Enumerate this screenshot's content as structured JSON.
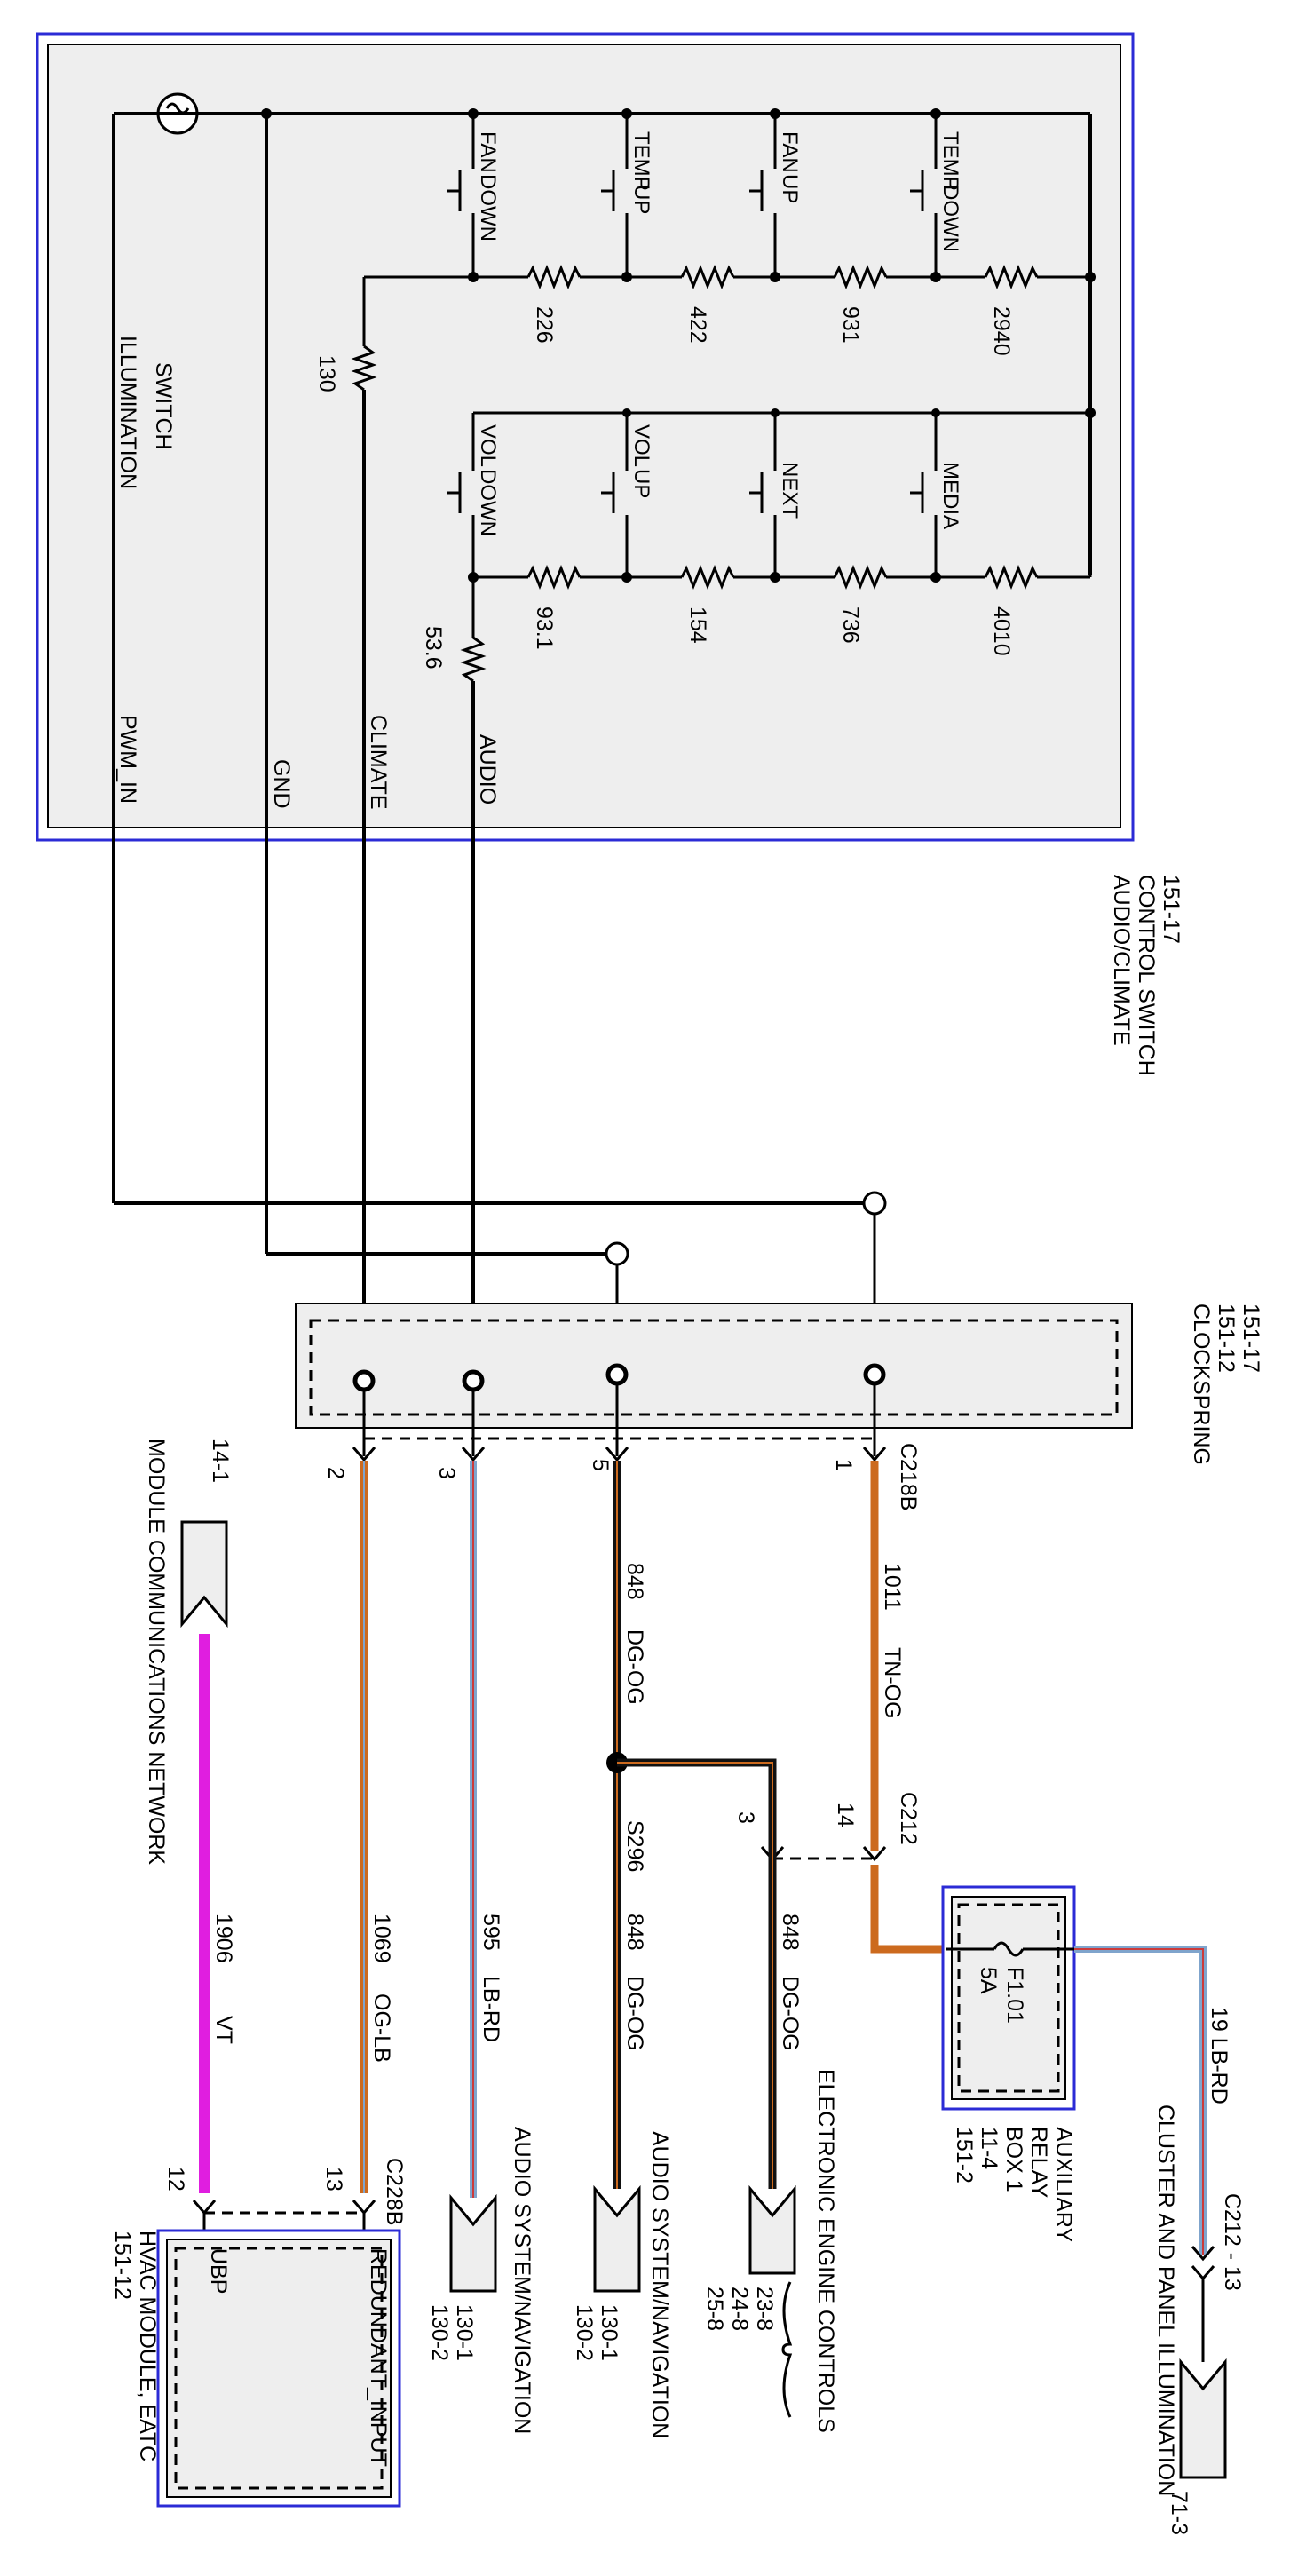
{
  "switch": {
    "title_lines": [
      "AUDIO/CLIMATE",
      "CONTROL SWITCH",
      "151-17"
    ],
    "illumination_lines": [
      "ILLUMINATION",
      "SWITCH"
    ],
    "buttons": {
      "fan_down": [
        "FAN",
        "DOWN"
      ],
      "temp_up": [
        "TEMP",
        "UP"
      ],
      "fan_up": [
        "FAN",
        "UP"
      ],
      "temp_down": [
        "TEMP",
        "DOWN"
      ],
      "vol_down": [
        "VOL",
        "DOWN"
      ],
      "vol_up": [
        "VOL",
        "UP"
      ],
      "next": "NEXT",
      "media": "MEDIA"
    },
    "resistors": {
      "r226": "226",
      "r422": "422",
      "r931": "931",
      "r2940": "2940",
      "r93": "93.1",
      "r154": "154",
      "r736": "736",
      "r4010": "4010",
      "r130": "130",
      "r53": "53.6"
    },
    "pins": {
      "pwm": "PWM_IN",
      "gnd": "GND",
      "climate": "CLIMATE",
      "audio": "AUDIO"
    }
  },
  "clockspring": {
    "lines": [
      "CLOCKSPRING",
      "151-12",
      "151-17"
    ],
    "connector": "C218B",
    "pins": {
      "p1": "1",
      "p2": "2",
      "p3": "3",
      "p5": "5"
    }
  },
  "wires": {
    "w1011": {
      "circuit": "1011",
      "color": "TN-OG"
    },
    "w848a": {
      "circuit": "848",
      "color": "DG-OG"
    },
    "w848b": {
      "circuit": "848",
      "color": "DG-OG"
    },
    "w848c": {
      "circuit": "848",
      "color": "DG-OG"
    },
    "w1069": {
      "circuit": "1069",
      "color": "OG-LB"
    },
    "w595": {
      "circuit": "595",
      "color": "LB-RD"
    },
    "w1906": {
      "circuit": "1906",
      "color": "VT"
    },
    "w19": "19 LB-RD"
  },
  "splice": "S296",
  "c212": {
    "connector": "C212",
    "pin14": "14",
    "pin3": "3",
    "lower": "C212 - 13"
  },
  "c228b": {
    "connector": "C228B",
    "pin13": "13",
    "pin12": "12"
  },
  "fuse": {
    "id": "F1.01",
    "rating": "5A"
  },
  "aux_relay": {
    "lines": [
      "AUXILIARY",
      "RELAY",
      "BOX 1",
      "11-4",
      "151-2"
    ]
  },
  "cluster": {
    "label": "CLUSTER AND PANEL ILLUMINATION",
    "ref": "71-3"
  },
  "eec": {
    "label": "ELECTRONIC ENGINE CONTROLS",
    "refs": [
      "23-8",
      "24-8",
      "25-8"
    ]
  },
  "audio_nav_a": {
    "label": "AUDIO SYSTEM/NAVIGATION",
    "refs": [
      "130-1",
      "130-2"
    ]
  },
  "audio_nav_b": {
    "label": "AUDIO SYSTEM/NAVIGATION",
    "refs": [
      "130-1",
      "130-2"
    ]
  },
  "mcn": {
    "label": "MODULE COMMUNICATIONS NETWORK",
    "ref": "14-1"
  },
  "hvac": {
    "title_lines": [
      "HVAC MODULE, EATC",
      "151-12"
    ],
    "pin_redundant": "REDUNDANT_INPUT",
    "pin_ubp": "UBP"
  },
  "colors": {
    "frame": "#2b2bd6",
    "body": "#eeeeee",
    "orange": "#cc6a1e",
    "magenta": "#e01ee0",
    "dark_green": "#111111",
    "light_blue": "#7fa4cc"
  }
}
